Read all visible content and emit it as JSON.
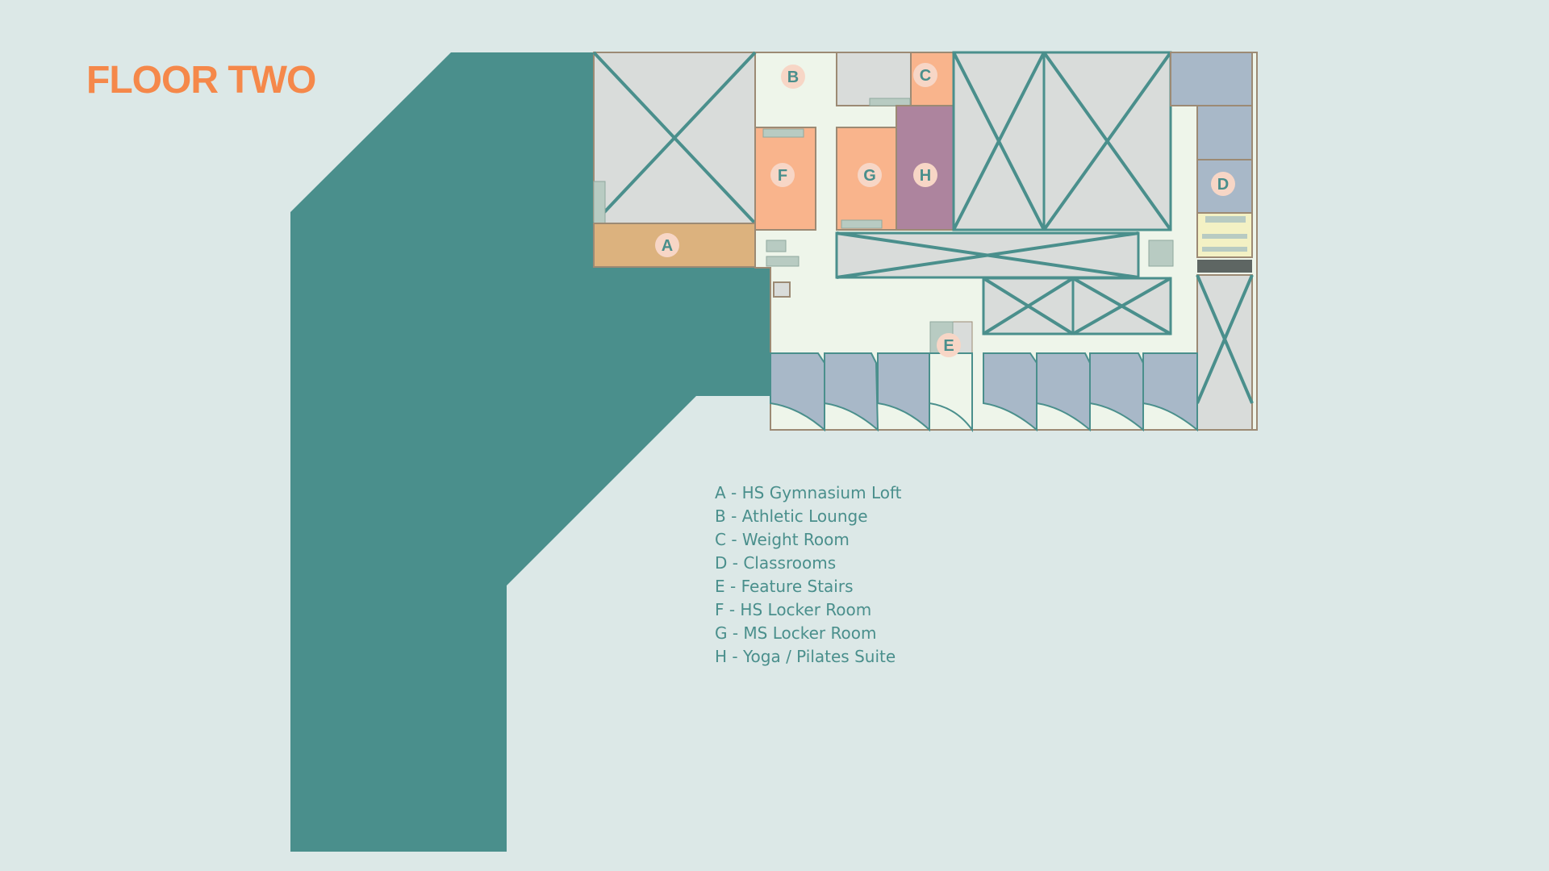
{
  "title": "FLOOR TWO",
  "colors": {
    "background": "#dce8e7",
    "accent": "#f5884a",
    "teal": "#4a8f8c",
    "floor": "#eef5ea",
    "room_grey": "#d9dcda",
    "room_blue": "#a8b8c8",
    "locker_orange": "#f9b48c",
    "gym_tan": "#dcb27e",
    "yoga_purple": "#ad849e",
    "label_circle": "#f7d6c6"
  },
  "map_labels": {
    "A": "A",
    "B": "B",
    "C": "C",
    "D": "D",
    "E": "E",
    "F": "F",
    "G": "G",
    "H": "H"
  },
  "legend": [
    "A - HS Gymnasium Loft",
    "B - Athletic Lounge",
    "C - Weight Room",
    "D - Classrooms",
    "E - Feature Stairs",
    "F - HS Locker Room",
    "G - MS Locker Room",
    "H - Yoga / Pilates Suite"
  ]
}
